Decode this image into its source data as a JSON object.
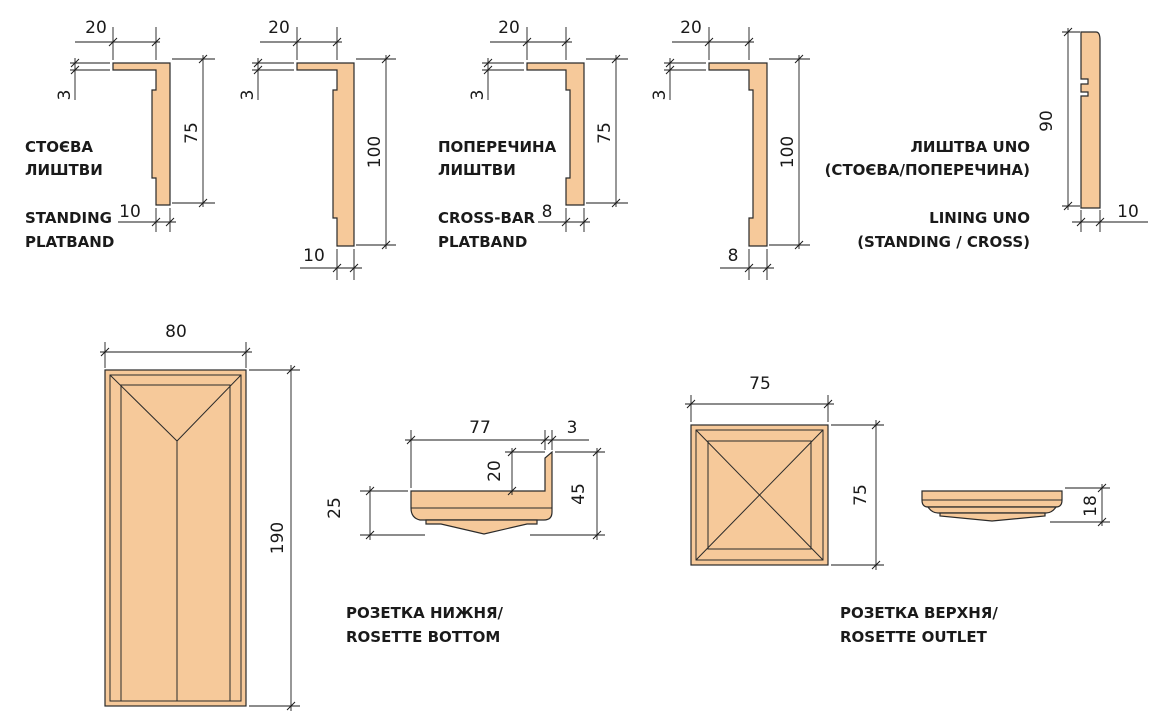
{
  "labels": {
    "standing_ua_1": "СТОЄВА",
    "standing_ua_2": "ЛИШТВИ",
    "standing_en_1": "STANDING",
    "standing_en_2": "PLATBAND",
    "cross_ua_1": "ПОПЕРЕЧИНА",
    "cross_ua_2": "ЛИШТВИ",
    "cross_en_1": "CROSS-BAR",
    "cross_en_2": "PLATBAND",
    "uno_ua_1": "ЛИШТВА UNO",
    "uno_ua_2": "(СТОЄВА/ПОПЕРЕЧИНА)",
    "uno_en_1": "LINING UNO",
    "uno_en_2": "(STANDING / CROSS)",
    "rosette_bottom_1": "РОЗЕТКА НИЖНЯ/",
    "rosette_bottom_2": "ROSETTE BOTTOM",
    "rosette_outlet_1": "РОЗЕТКА ВЕРХНЯ/",
    "rosette_outlet_2": "ROSETTE OUTLET"
  },
  "dimensions": {
    "p1_width": "20",
    "p1_thick": "3",
    "p1_height": "75",
    "p1_base": "10",
    "p2_width": "20",
    "p2_thick": "3",
    "p2_height": "100",
    "p2_base": "10",
    "p3_width": "20",
    "p3_thick": "3",
    "p3_height": "75",
    "p3_base": "8",
    "p4_width": "20",
    "p4_thick": "3",
    "p4_height": "100",
    "p4_base": "8",
    "uno_height": "90",
    "uno_base": "10",
    "rb_width": "80",
    "rb_height": "190",
    "rbs_width": "77",
    "rbs_lip": "3",
    "rbs_inner": "20",
    "rbs_left": "25",
    "rbs_right": "45",
    "ro_width": "75",
    "ro_height": "75",
    "ros_height": "18"
  },
  "colors": {
    "wood": "#f6c99a",
    "line": "#2a2a2a"
  }
}
